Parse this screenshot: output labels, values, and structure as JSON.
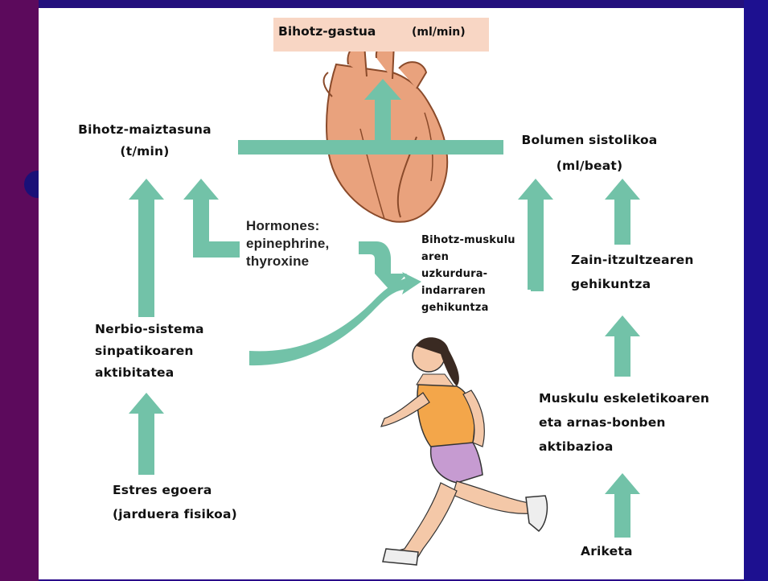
{
  "diagram": {
    "top_box": {
      "label": "Bihotz-gastua",
      "unit": "(ml/min)"
    },
    "heart_rate": {
      "line1": "Bihotz-maiztasuna",
      "line2": "(t/min)"
    },
    "stroke_volume": {
      "line1": "Bolumen sistolikoa",
      "line2": "(ml/beat)"
    },
    "hormones": {
      "line1": "Hormones:",
      "line2": "epinephrine,",
      "line3": "thyroxine"
    },
    "contractility": [
      "Bihotz-muskulu",
      "aren",
      "uzkurdura-",
      "indarraren",
      "gehikuntza"
    ],
    "sympathetic": [
      "Nerbio-sistema",
      "sinpatikoaren",
      "aktibitatea"
    ],
    "venous_return": [
      "Zain-itzultzearen",
      "gehikuntza"
    ],
    "muscle_pump": [
      "Muskulu eskeletikoaren",
      "eta arnas-bonben",
      "aktibazioa"
    ],
    "stress": [
      "Estres egoera",
      "(jarduera fisikoa)"
    ],
    "exercise": "Ariketa"
  },
  "colors": {
    "arrow": "#72c2a8",
    "title_box": "#f8d6c4",
    "heart": "#e9a27d",
    "left_band": "#5c0a5c",
    "background": "#2a0a8a"
  },
  "icons": [
    "heart-illustration",
    "runner-illustration"
  ]
}
